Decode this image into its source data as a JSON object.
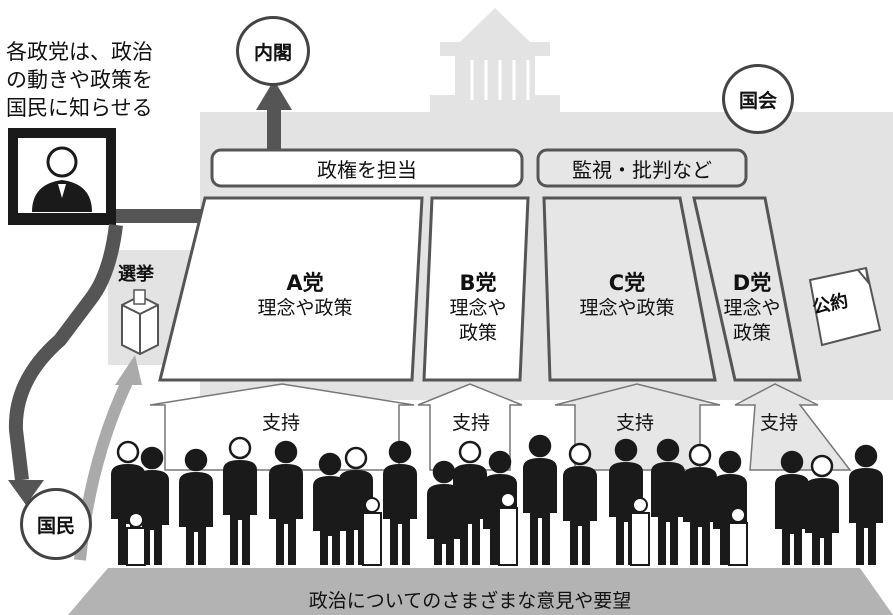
{
  "caption": {
    "line1": "各政党は、政治",
    "line2": "の動きや政策を",
    "line3": "国民に知らせる"
  },
  "cabinet": "内閣",
  "diet": "国会",
  "citizens": "国民",
  "election": "選挙",
  "manifesto": "公約",
  "governing_label": "政権を担当",
  "opposition_label": "監視・批判など",
  "parties": [
    {
      "name": "A党",
      "desc1": "理念や政策",
      "desc2": ""
    },
    {
      "name": "B党",
      "desc1": "理念や",
      "desc2": "政策"
    },
    {
      "name": "C党",
      "desc1": "理念や政策",
      "desc2": ""
    },
    {
      "name": "D党",
      "desc1": "理念や",
      "desc2": "政策"
    }
  ],
  "support_label": "支持",
  "bottom_text": "政治についてのさまざまな意見や要望",
  "colors": {
    "dark_arrow": "#555555",
    "light_arrow": "#aaaaaa",
    "diet_bg": "#e3e3e3",
    "party_fill": "#ffffff",
    "opposition_fill": "#e6e6e6",
    "ground": "#b3b3b3",
    "people": "#1a1a1a"
  }
}
